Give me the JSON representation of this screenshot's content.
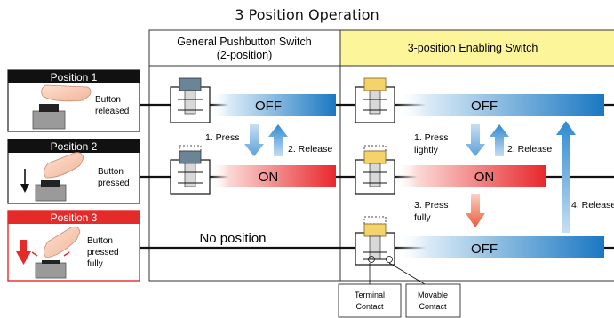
{
  "title": "3 Position Operation",
  "columns": {
    "general": {
      "line1": "General Pushbutton Switch",
      "line2": "(2-position)"
    },
    "enabling": {
      "line1": "3-position Enabling Switch"
    }
  },
  "positions": [
    {
      "header": "Position 1",
      "desc": [
        "Button",
        "released"
      ]
    },
    {
      "header": "Position 2",
      "desc": [
        "Button",
        "pressed"
      ]
    },
    {
      "header": "Position 3",
      "desc": [
        "Button",
        "pressed",
        "fully"
      ]
    }
  ],
  "states": {
    "off": "OFF",
    "on": "ON",
    "no_position": "No position"
  },
  "general_arrows": {
    "press": "1. Press",
    "release": "2. Release"
  },
  "enabling_arrows": {
    "press_lightly": [
      "1. Press",
      "lightly"
    ],
    "release": "2. Release",
    "press_fully": [
      "3. Press",
      "fully"
    ],
    "release_4": "4. Release"
  },
  "callouts": {
    "terminal": [
      "Terminal",
      "Contact"
    ],
    "movable": [
      "Movable",
      "Contact"
    ]
  },
  "colors": {
    "off_blue": "#1a78c2",
    "on_red": "#e8282c",
    "enabling_header": "#fdf59a",
    "position3_red": "#e52a2a",
    "button_gray": "#6b8597",
    "button_yellow": "#f5d36a"
  }
}
